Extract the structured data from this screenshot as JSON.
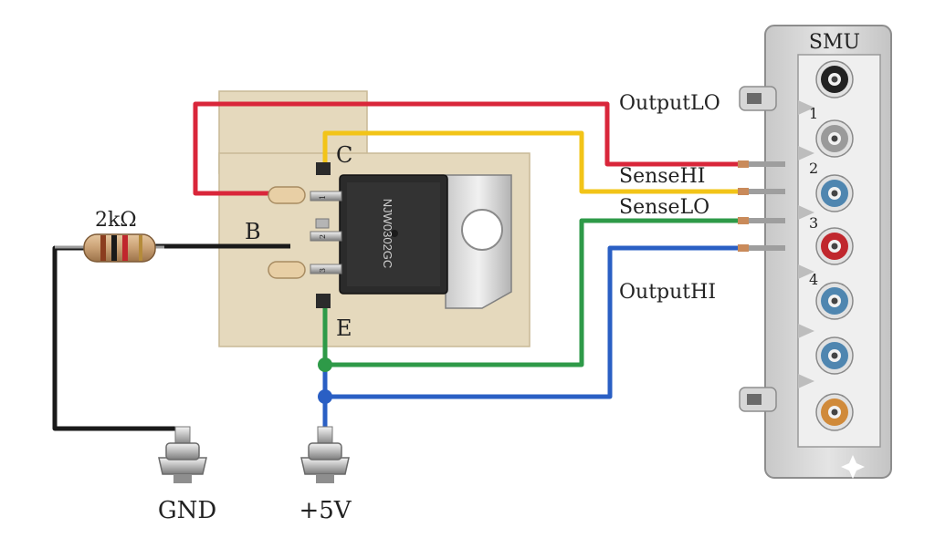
{
  "smu": {
    "title": "SMU",
    "channel_numbers": [
      "1",
      "2",
      "3",
      "4"
    ],
    "jack_colors": [
      "#222222",
      "#9a9a9a",
      "#4f86b0",
      "#c0272d",
      "#4f86b0",
      "#4f86b0",
      "#d08a3a"
    ]
  },
  "transistor": {
    "part_number": "NJW0302GC",
    "pins": {
      "collector": "C",
      "base": "B",
      "emitter": "E"
    },
    "pin_numbers": [
      "1",
      "2",
      "3"
    ]
  },
  "resistor": {
    "value": "2kΩ"
  },
  "wires": {
    "output_lo": {
      "label": "OutputLO",
      "color": "#d9263a"
    },
    "sense_hi": {
      "label": "SenseHI",
      "color": "#f2c418"
    },
    "sense_lo": {
      "label": "SenseLO",
      "color": "#2e9a48"
    },
    "output_hi": {
      "label": "OutputHI",
      "color": "#2a5fc4"
    },
    "base_lead": {
      "color": "#1a1a1a"
    }
  },
  "terminals": {
    "gnd": "GND",
    "vplus": "+5V"
  }
}
